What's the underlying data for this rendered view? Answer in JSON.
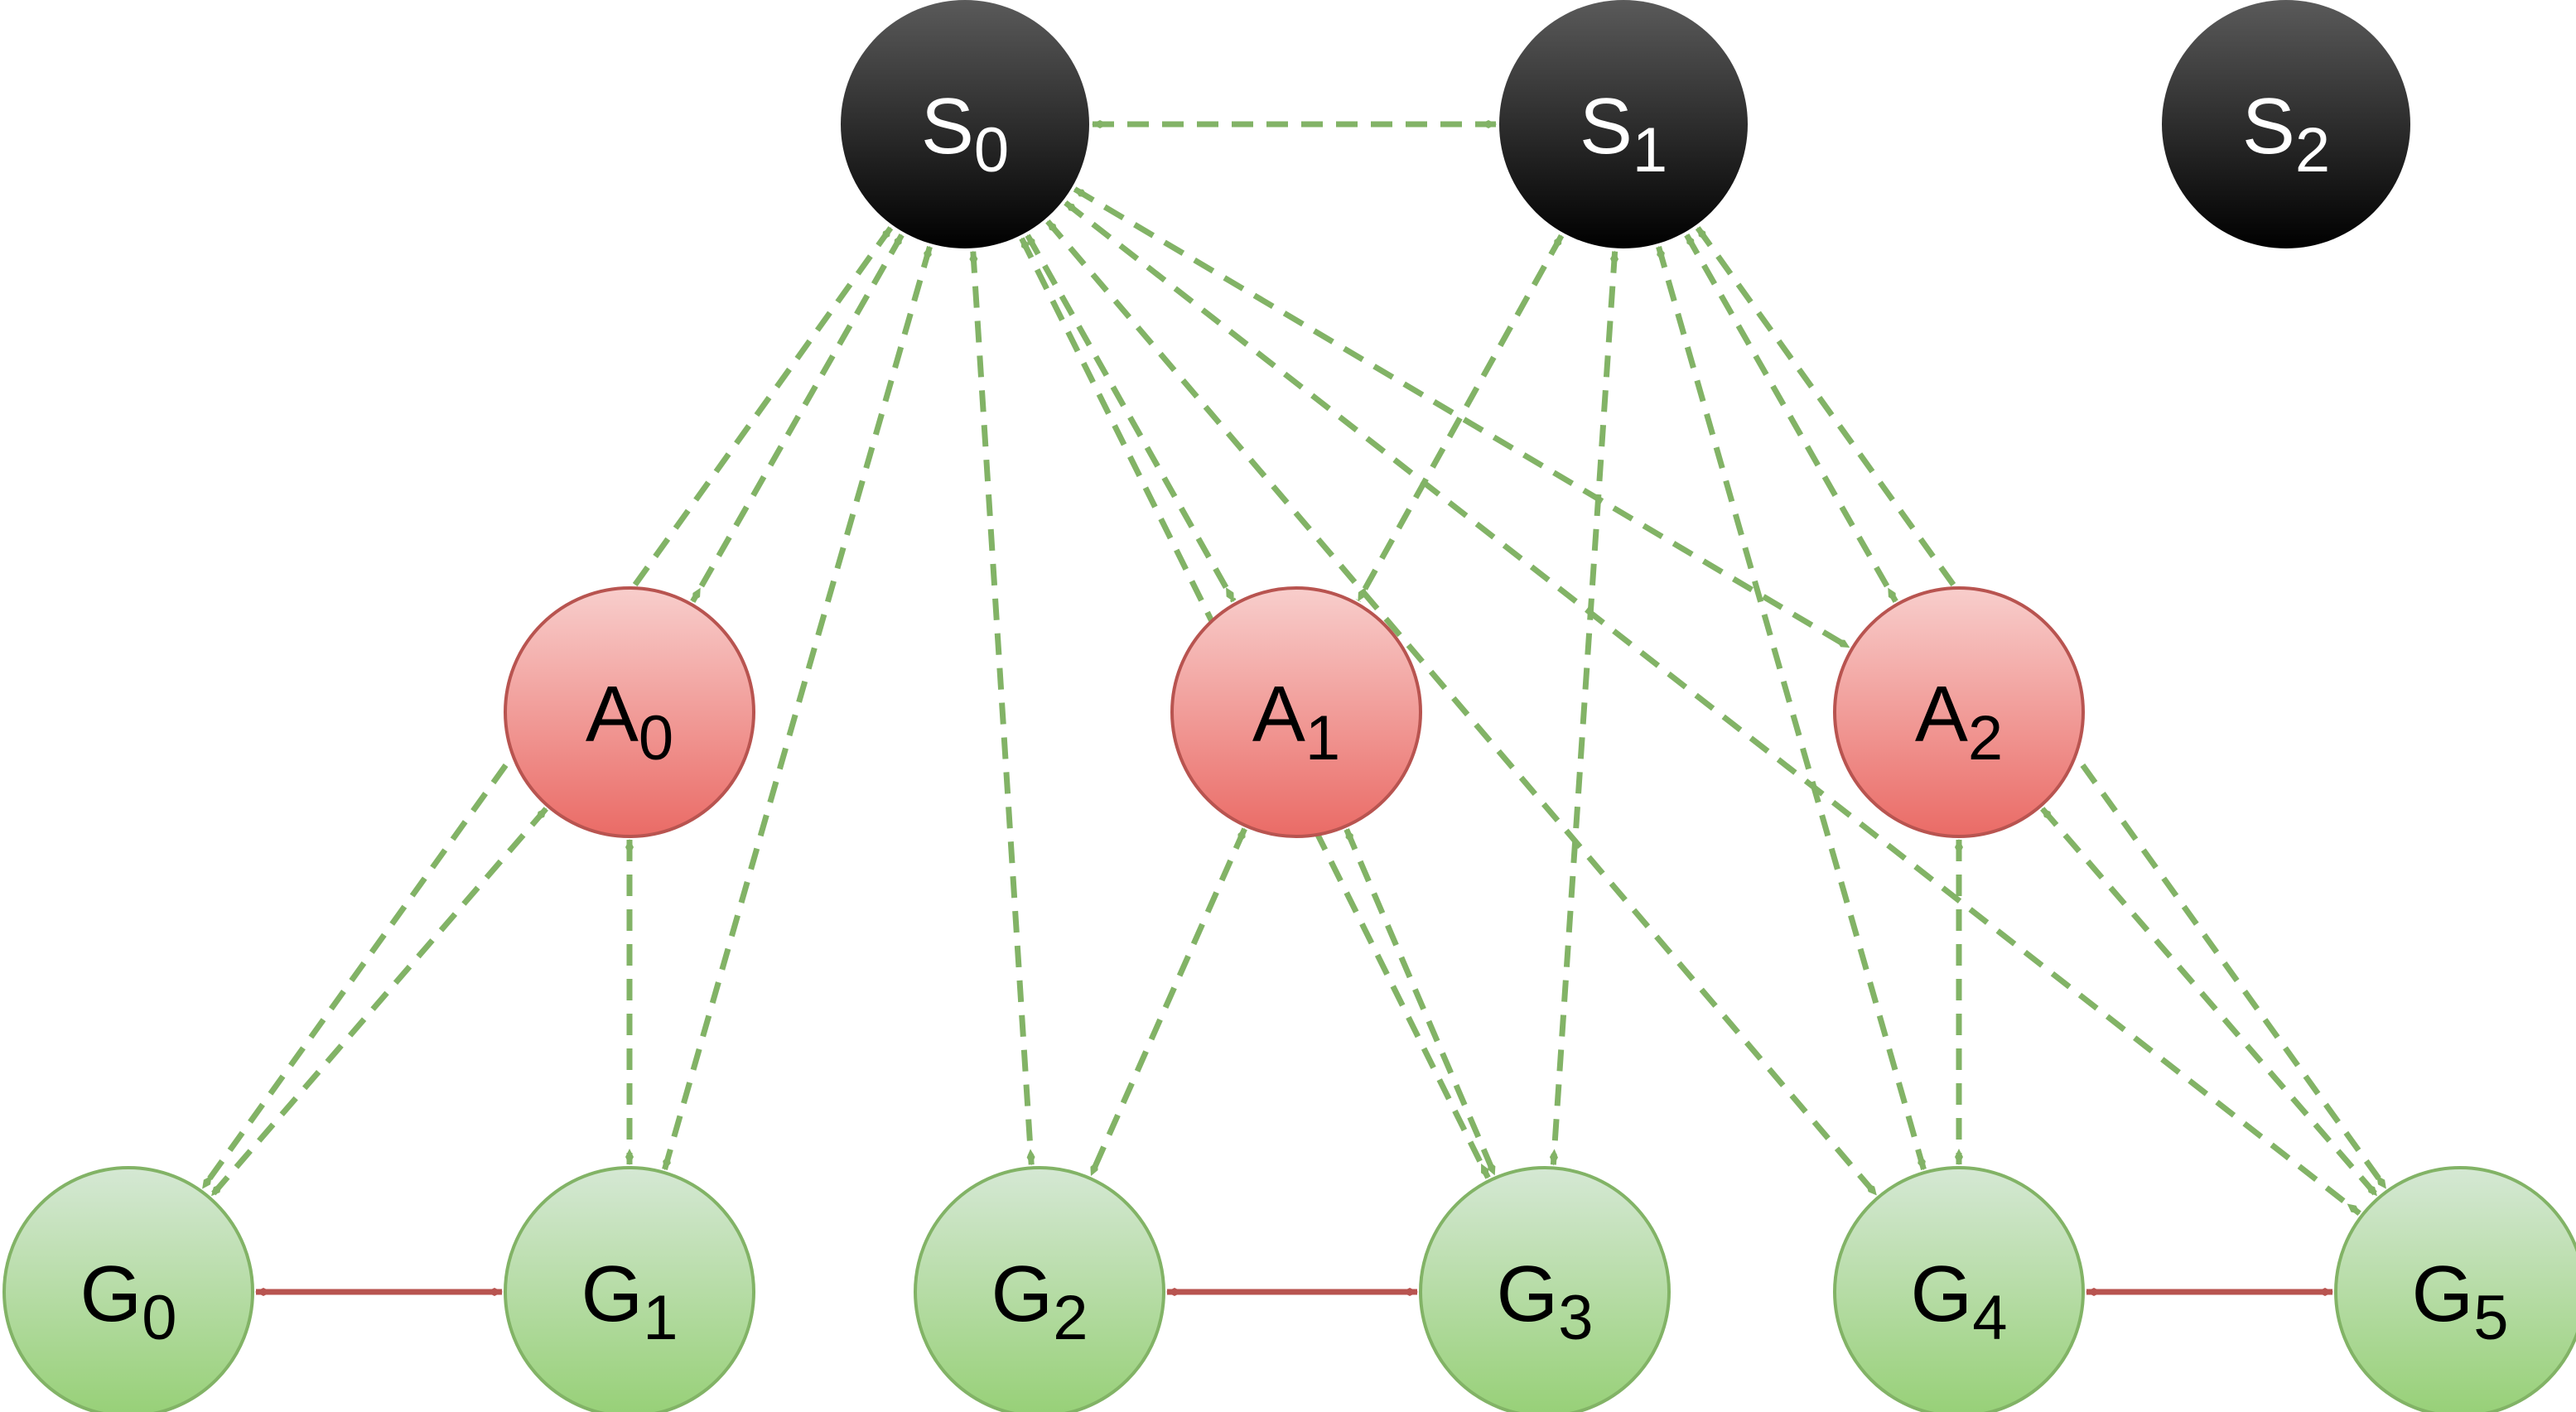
{
  "diagram": {
    "nodes": [
      {
        "id": "S0",
        "letter": "S",
        "sub": "0",
        "kind": "s"
      },
      {
        "id": "S1",
        "letter": "S",
        "sub": "1",
        "kind": "s"
      },
      {
        "id": "S2",
        "letter": "S",
        "sub": "2",
        "kind": "s"
      },
      {
        "id": "A0",
        "letter": "A",
        "sub": "0",
        "kind": "a"
      },
      {
        "id": "A1",
        "letter": "A",
        "sub": "1",
        "kind": "a"
      },
      {
        "id": "A2",
        "letter": "A",
        "sub": "2",
        "kind": "a"
      },
      {
        "id": "G0",
        "letter": "G",
        "sub": "0",
        "kind": "g"
      },
      {
        "id": "G1",
        "letter": "G",
        "sub": "1",
        "kind": "g"
      },
      {
        "id": "G2",
        "letter": "G",
        "sub": "2",
        "kind": "g"
      },
      {
        "id": "G3",
        "letter": "G",
        "sub": "3",
        "kind": "g"
      },
      {
        "id": "G4",
        "letter": "G",
        "sub": "4",
        "kind": "g"
      },
      {
        "id": "G5",
        "letter": "G",
        "sub": "5",
        "kind": "g"
      }
    ],
    "edges_dashed": [
      [
        "S0",
        "S1"
      ],
      [
        "S0",
        "A0"
      ],
      [
        "S0",
        "G0"
      ],
      [
        "S0",
        "G1"
      ],
      [
        "S0",
        "A1"
      ],
      [
        "S0",
        "G2"
      ],
      [
        "S0",
        "G3"
      ],
      [
        "S0",
        "A2"
      ],
      [
        "S0",
        "G4"
      ],
      [
        "S0",
        "G5"
      ],
      [
        "S1",
        "A1"
      ],
      [
        "S1",
        "G3"
      ],
      [
        "S1",
        "A2"
      ],
      [
        "S1",
        "G4"
      ],
      [
        "S1",
        "G5"
      ],
      [
        "A0",
        "G0"
      ],
      [
        "A0",
        "G1"
      ],
      [
        "A1",
        "G2"
      ],
      [
        "A1",
        "G3"
      ],
      [
        "A2",
        "G4"
      ],
      [
        "A2",
        "G5"
      ]
    ],
    "edges_solid": [
      [
        "G0",
        "G1"
      ],
      [
        "G2",
        "G3"
      ],
      [
        "G4",
        "G5"
      ]
    ],
    "colors": {
      "s_fill_top": "#5a5a5a",
      "s_fill_bottom": "#000000",
      "a_fill_top": "#f8cecc",
      "a_fill_bottom": "#ea6b66",
      "a_stroke": "#b85450",
      "g_fill_top": "#d5e8d4",
      "g_fill_bottom": "#97d077",
      "g_stroke": "#82b366",
      "dashed_edge": "#82b366",
      "solid_edge": "#b85450",
      "s_text": "#ffffff",
      "ag_text": "#000000"
    }
  }
}
